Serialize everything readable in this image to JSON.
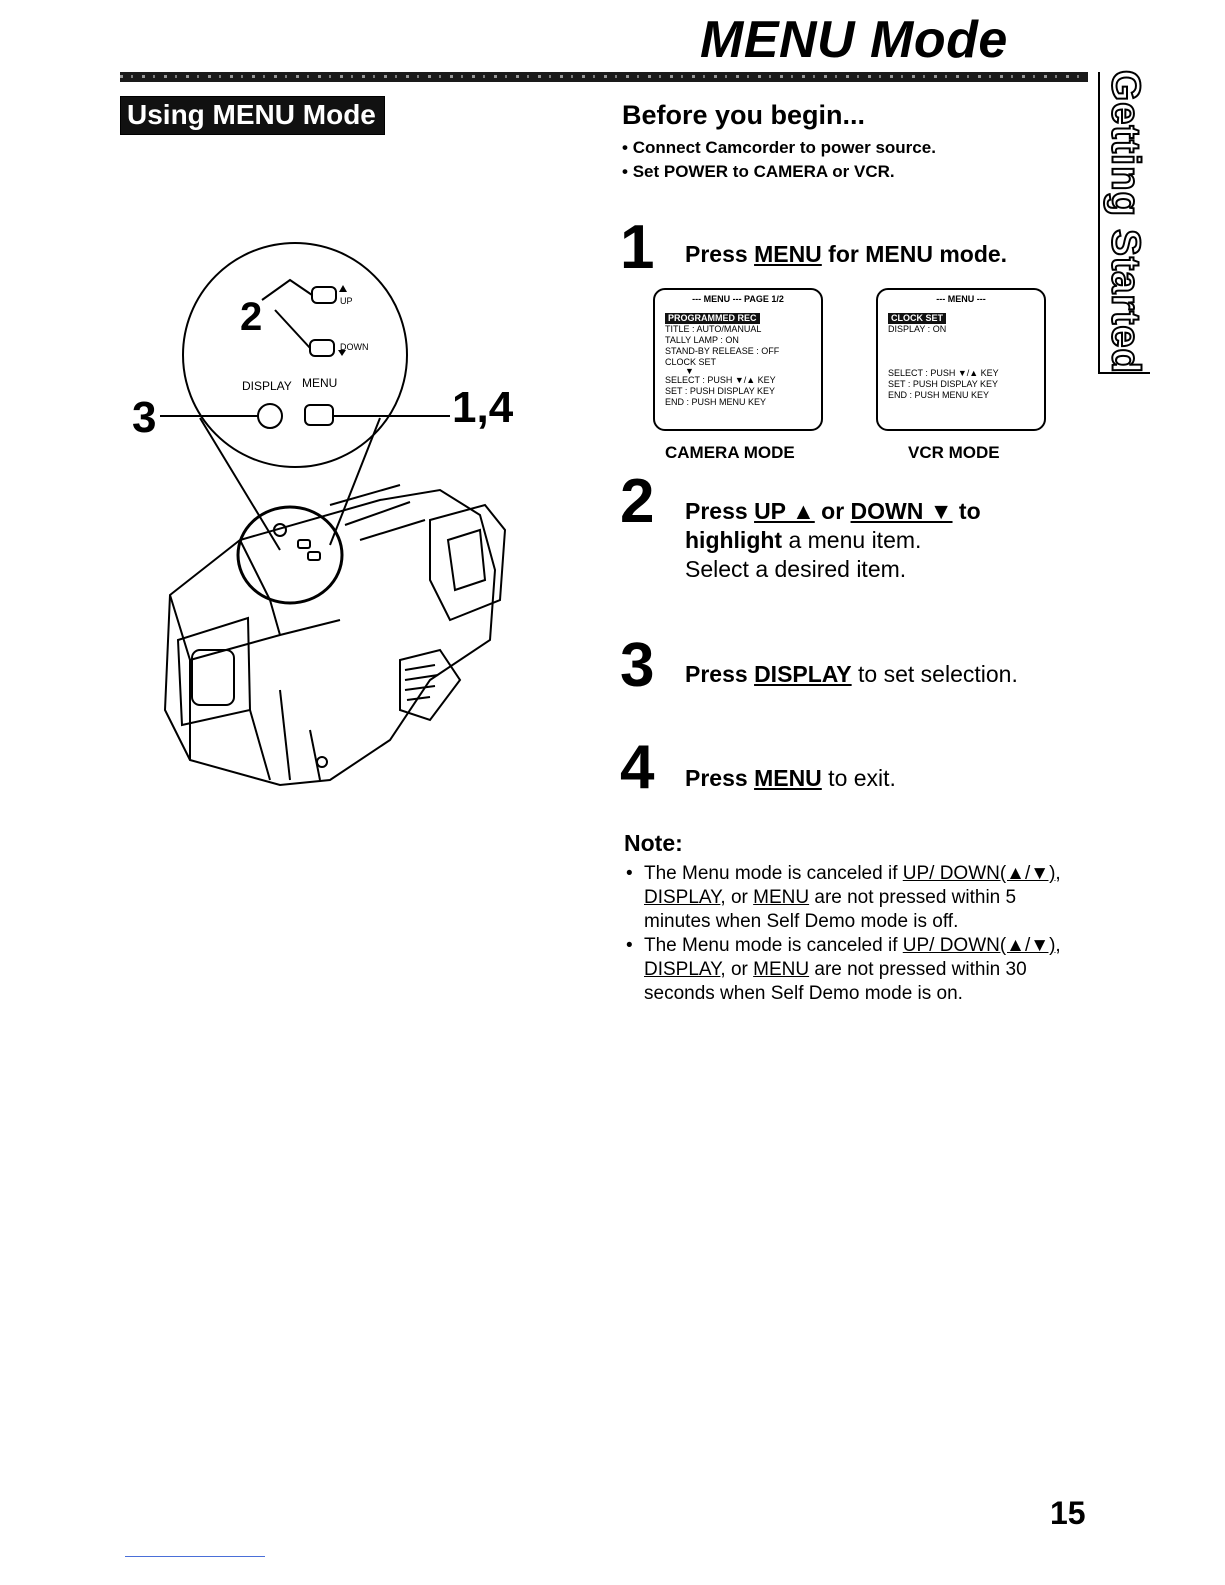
{
  "header": {
    "title": "MENU Mode",
    "section_tag": "Using MENU Mode",
    "side_tab": "Getting Started"
  },
  "before": {
    "heading": "Before you begin...",
    "bullets": [
      "Connect Camcorder to power source.",
      "Set POWER to CAMERA or VCR."
    ]
  },
  "illustration": {
    "label_2": "2",
    "label_3": "3",
    "label_14": "1,4",
    "up": "UP",
    "down": "DOWN",
    "display": "DISPLAY",
    "menu": "MENU"
  },
  "steps": [
    {
      "num": "1",
      "pre": "Press ",
      "key": "MENU",
      "post": " for MENU mode."
    },
    {
      "num": "2",
      "line1_pre": "Press ",
      "key1": "UP ▲",
      "mid": " or ",
      "key2": "DOWN ▼",
      "line1_post": " to",
      "line2_b": "highlight",
      "line2_rest": " a menu item.",
      "line3": "Select a desired item."
    },
    {
      "num": "3",
      "pre": "Press ",
      "key": "DISPLAY",
      "post": " to set selection."
    },
    {
      "num": "4",
      "pre": "Press ",
      "key": "MENU",
      "post": " to exit."
    }
  ],
  "screens": {
    "camera": {
      "header": "--- MENU ---   PAGE 1/2",
      "highlight": "PROGRAMMED REC",
      "rows": [
        "TITLE          : AUTO/MANUAL",
        "TALLY LAMP            : ON",
        "STAND-BY RELEASE  : OFF",
        "CLOCK SET",
        "▼",
        "SELECT : PUSH ▼/▲ KEY",
        "SET      : PUSH DISPLAY KEY",
        "END     : PUSH MENU KEY"
      ],
      "label": "CAMERA  MODE"
    },
    "vcr": {
      "header": "--- MENU ---",
      "highlight": "CLOCK SET",
      "rows": [
        "DISPLAY        : ON",
        "",
        "",
        "SELECT : PUSH ▼/▲ KEY",
        "SET      : PUSH DISPLAY KEY",
        "END     : PUSH MENU KEY"
      ],
      "label": "VCR  MODE"
    }
  },
  "note": {
    "heading": "Note:",
    "items": [
      {
        "pre": "The Menu mode is canceled if ",
        "k1": "UP/ DOWN(▲/▼)",
        "c1": ", ",
        "k2": "DISPLAY",
        "c2": ", or ",
        "k3": "MENU",
        "post": " are not pressed within 5 minutes when Self Demo mode is off."
      },
      {
        "pre": "The Menu mode is canceled if ",
        "k1": "UP/ DOWN(▲/▼)",
        "c1": ", ",
        "k2": "DISPLAY",
        "c2": ", or ",
        "k3": "MENU",
        "post": " are not pressed within 30 seconds when Self Demo mode is on."
      }
    ]
  },
  "page_number": "15"
}
